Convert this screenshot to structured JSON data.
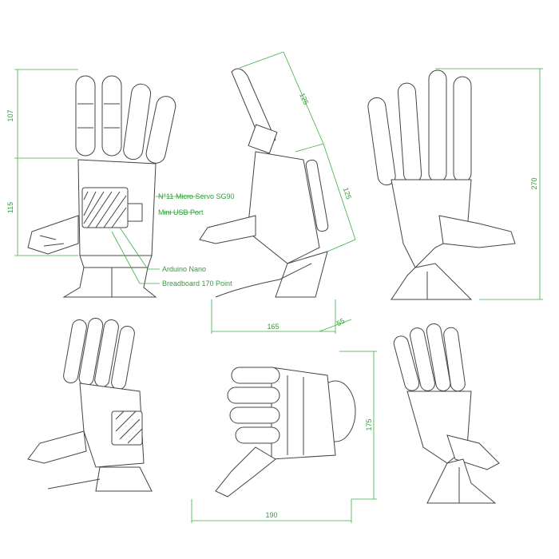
{
  "colors": {
    "dimension": "#3cb043",
    "linework": "#444444",
    "background": "#ffffff"
  },
  "callouts": {
    "servo": "N°11 Micro Servo SG90",
    "usb": "Mini USB Port",
    "arduino": "Arduino Nano",
    "breadboard": "Breadboard 170 Point"
  },
  "dimensions": {
    "front_fingers": "107",
    "front_palm": "115",
    "side_upper": "125",
    "side_lower": "125",
    "side_base": "165",
    "side_depth": "55",
    "back_height": "270",
    "top_height": "175",
    "top_width": "190"
  }
}
